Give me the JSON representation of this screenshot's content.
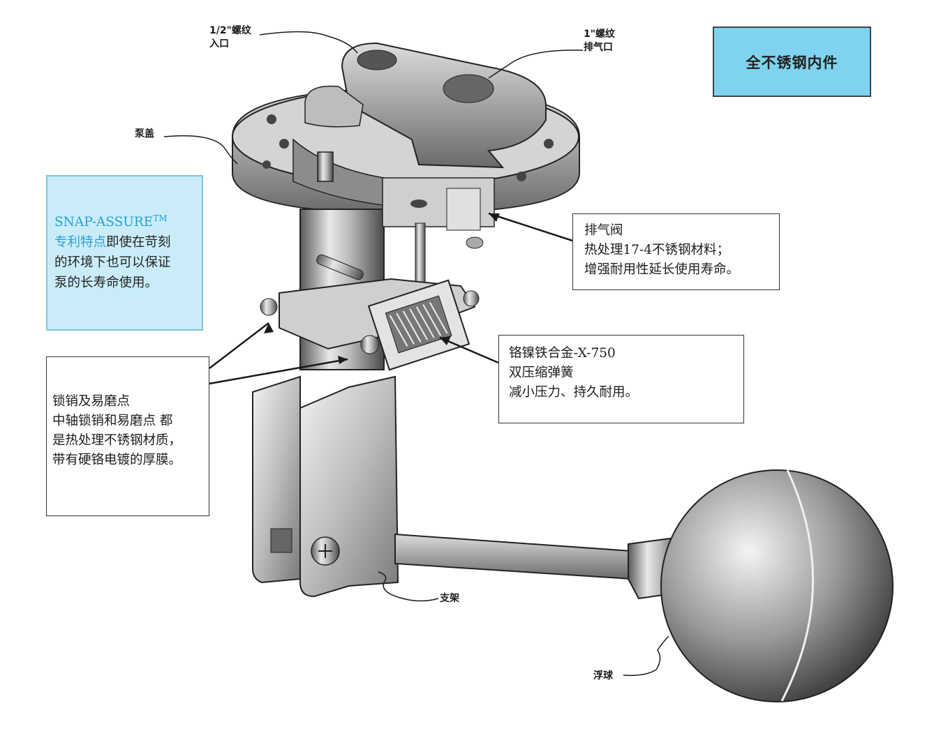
{
  "labels": {
    "inlet_line1": "1/2\"螺纹",
    "inlet_line2": "入口",
    "exhaust_line1": "1\"螺纹",
    "exhaust_line2": "排气口",
    "pump_cover": "泵盖",
    "bracket": "支架",
    "float_ball": "浮球"
  },
  "title_box": {
    "text": "全不锈钢内件"
  },
  "snap_assure": {
    "brand": "SNAP-ASSURE",
    "tm": "TM",
    "highlight": "专利特点",
    "text1": "即使在苛刻",
    "text2": "的环境下也可以保证",
    "text3": "泵的长寿命使用。"
  },
  "exhaust_valve": {
    "line1": "排气阀",
    "line2": "热处理17-4不锈钢材料；",
    "line3": "增强耐用性延长使用寿命。"
  },
  "spring": {
    "line1": "铬镍铁合金-X-750",
    "line2": "双压缩弹簧",
    "line3": "减小压力、持久耐用。"
  },
  "latch": {
    "line1": "锁销及易磨点",
    "line2": "中轴锁销和易磨点 都",
    "line3": "是热处理不锈钢材质，",
    "line4": "带有硬铬电镀的厚膜。"
  },
  "colors": {
    "title_bg": "#7fd3ee",
    "snap_bg": "#c9ecf8",
    "snap_blue": "#2a9fd6"
  }
}
